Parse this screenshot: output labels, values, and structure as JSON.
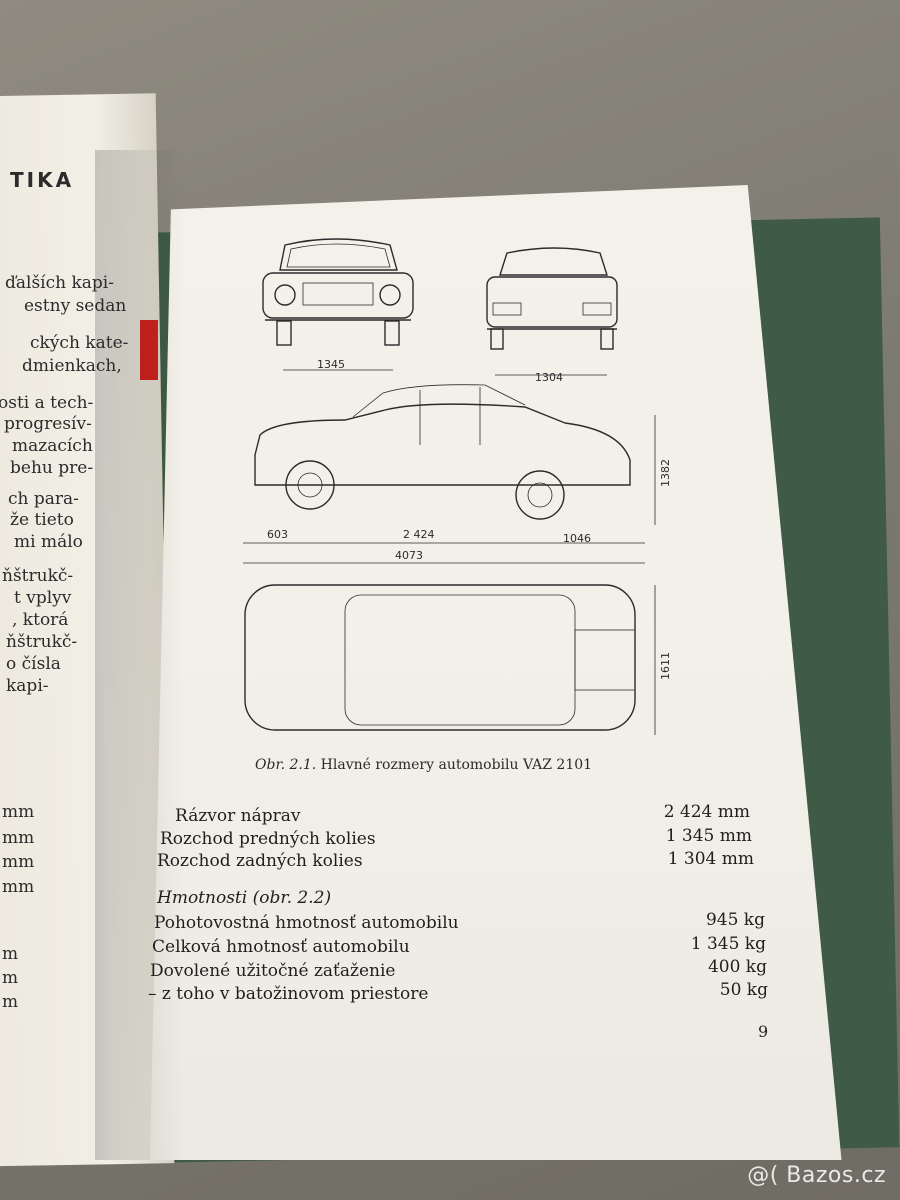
{
  "left_page": {
    "heading": "TIKA",
    "fragments": [
      "ďalších kapi-",
      "estny sedan",
      "ckých kate-",
      "dmienkach,",
      "osti a tech-",
      "progresív-",
      "mazacích",
      "behu pre-",
      "ch para-",
      "že tieto",
      "mi málo",
      "ňštrukč-",
      "t vplyv",
      ", ktorá",
      "ňštrukč-",
      "o čísla",
      "kapi-"
    ],
    "mm_fragments": [
      "mm",
      "mm",
      "mm",
      "mm",
      "m",
      "m",
      "m"
    ]
  },
  "figure": {
    "dimensions": {
      "front_track": "1345",
      "rear_track": "1304",
      "front_overhang": "603",
      "wheelbase": "2 424",
      "rear_overhang": "1046",
      "length": "4073",
      "height": "1382",
      "width": "1611"
    },
    "caption_prefix": "Obr. 2.1.",
    "caption_text": "Hlavné rozmery automobilu VAZ 2101"
  },
  "specs": [
    {
      "label": "Rázvor náprav",
      "value": "2 424 mm"
    },
    {
      "label": "Rozchod predných kolies",
      "value": "1 345 mm"
    },
    {
      "label": "Rozchod zadných kolies",
      "value": "1 304 mm"
    }
  ],
  "weights": {
    "heading": "Hmotnosti (obr. 2.2)",
    "rows": [
      {
        "label": "Pohotovostná hmotnosť automobilu",
        "value": "945 kg"
      },
      {
        "label": "Celková hmotnosť automobilu",
        "value": "1 345 kg"
      },
      {
        "label": "Dovolené užitočné zaťaženie",
        "value": "400 kg"
      },
      {
        "label": "– z toho v batožinovom priestore",
        "value": "50 kg"
      }
    ]
  },
  "page_number": "9",
  "watermark": "@( Bazos.cz"
}
